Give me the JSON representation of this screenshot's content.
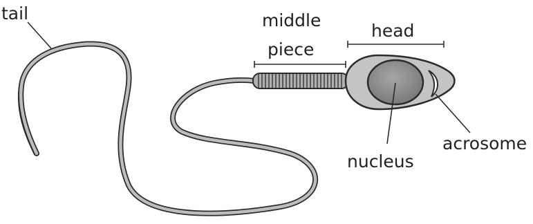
{
  "labels": {
    "tail": "tail",
    "middle_piece_line1": "middle",
    "middle_piece_line2": "piece",
    "head": "head",
    "nucleus": "nucleus",
    "acrosome": "acrosome"
  },
  "colors": {
    "outline": "#2b2b2b",
    "tail_fill": "#bdbdbd",
    "head_fill": "#c4c4c4",
    "nucleus_fill": "#8a8a8a",
    "nucleus_highlight": "#a8a8a8",
    "midpiece_fill": "#b0b0b0",
    "acrosome_fill": "#ffffff"
  }
}
